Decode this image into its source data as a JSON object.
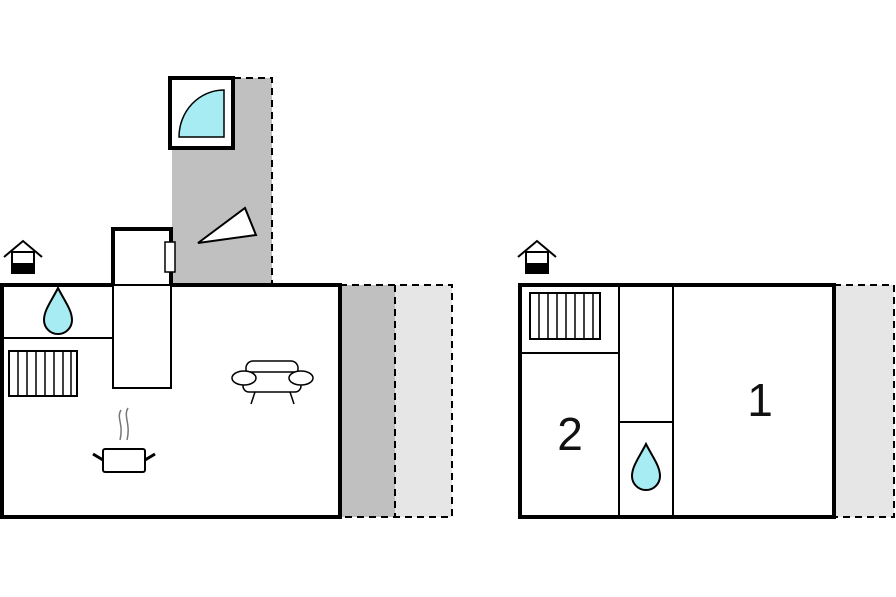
{
  "floors": [
    {
      "id": "ground-floor",
      "rooms": [],
      "icons": [
        "house-entrance-icon",
        "water-drop-icon",
        "radiator-icon",
        "cooking-pot-icon",
        "sofa-icon",
        "shower-icon",
        "stairs-icon"
      ]
    },
    {
      "id": "upper-floor",
      "rooms": [
        {
          "number": "1"
        },
        {
          "number": "2"
        }
      ],
      "icons": [
        "house-entrance-icon",
        "radiator-icon",
        "water-drop-icon"
      ]
    }
  ],
  "colors": {
    "wall": "#000000",
    "terrace_dark": "#c0c0c0",
    "terrace_light": "#e6e6e6",
    "water": "#a6ecf2"
  }
}
